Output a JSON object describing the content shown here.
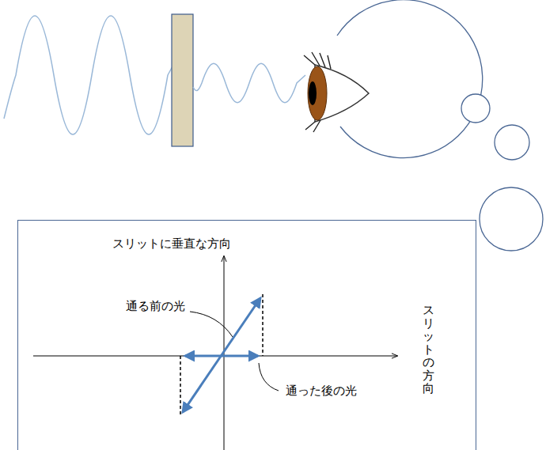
{
  "diagram": {
    "nodes": [
      {
        "text": [
          "スリットに垂直な方向",
          "通る前の光",
          "スリットの方向",
          "通った後の光"
        ]
      }
    ]
  }
}
